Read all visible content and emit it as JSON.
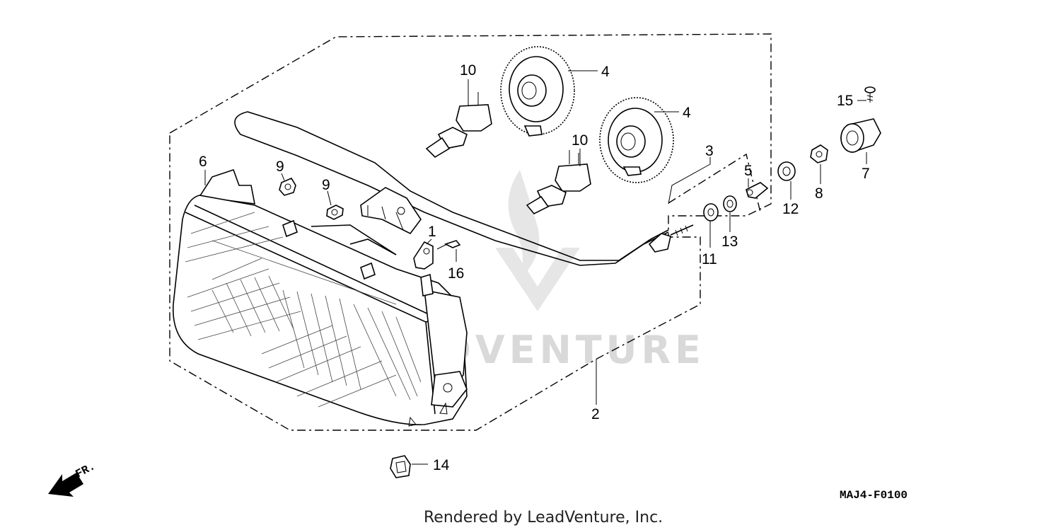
{
  "diagram": {
    "watermark": "LEADVENTURE",
    "drawing_code": "MAJ4-F0100",
    "footer": "Rendered by LeadVenture, Inc.",
    "front_marker": "FR.",
    "callouts": {
      "c1": "1",
      "c2": "2",
      "c3": "3",
      "c4a": "4",
      "c4b": "4",
      "c5": "5",
      "c6": "6",
      "c7": "7",
      "c8": "8",
      "c9a": "9",
      "c9b": "9",
      "c10a": "10",
      "c10b": "10",
      "c11": "11",
      "c12": "12",
      "c13": "13",
      "c14": "14",
      "c15": "15",
      "c16": "16"
    }
  }
}
